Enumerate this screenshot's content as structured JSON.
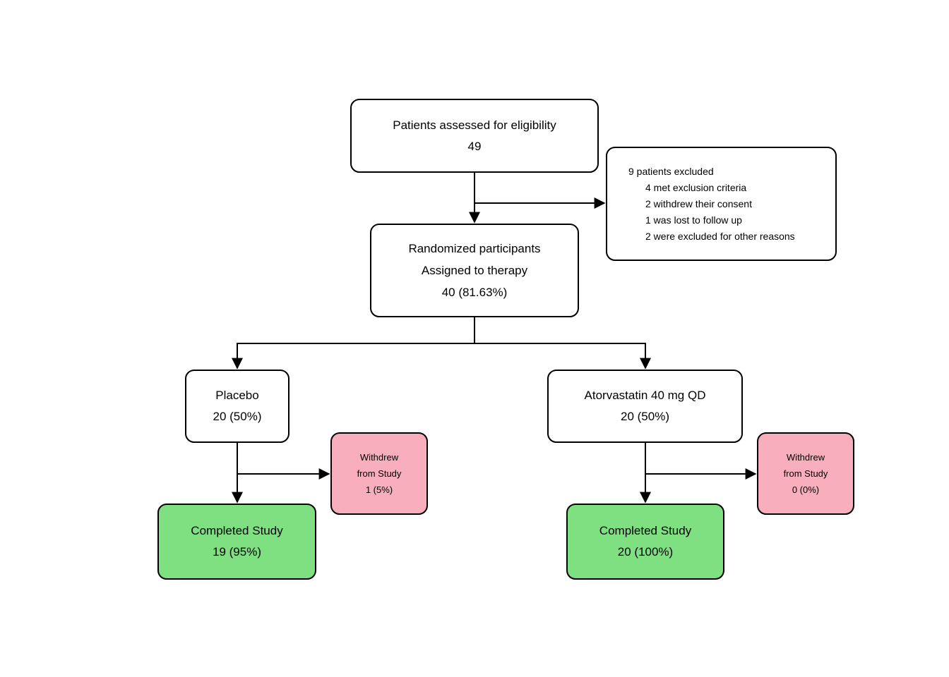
{
  "diagram": {
    "type": "consort-flowchart",
    "colors": {
      "default_fill": "#FFFFFF",
      "withdrew_fill": "#F8AEBD",
      "completed_fill": "#7EE081",
      "border": "#000000",
      "arrow": "#000000",
      "text": "#000000",
      "background": "#FFFFFF"
    },
    "nodes": {
      "eligibility": {
        "line1": "Patients assessed for eligibility",
        "line2": "49"
      },
      "excluded": {
        "line1": "9 patients excluded",
        "line2": "4 met exclusion criteria",
        "line3": "2 withdrew their consent",
        "line4": "1 was lost to follow up",
        "line5": "2 were excluded for other reasons"
      },
      "randomized": {
        "line1": "Randomized participants",
        "line2": "Assigned to therapy",
        "line3": "40 (81.63%)"
      },
      "placebo": {
        "line1": "Placebo",
        "line2": "20 (50%)"
      },
      "atorvastatin": {
        "line1": "Atorvastatin 40 mg QD",
        "line2": "20 (50%)"
      },
      "withdrew_placebo": {
        "line1": "Withdrew",
        "line2": "from Study",
        "line3": "1 (5%)"
      },
      "withdrew_atorvastatin": {
        "line1": "Withdrew",
        "line2": "from Study",
        "line3": "0 (0%)"
      },
      "completed_placebo": {
        "line1": "Completed Study",
        "line2": "19 (95%)"
      },
      "completed_atorvastatin": {
        "line1": "Completed Study",
        "line2": "20 (100%)"
      }
    }
  }
}
